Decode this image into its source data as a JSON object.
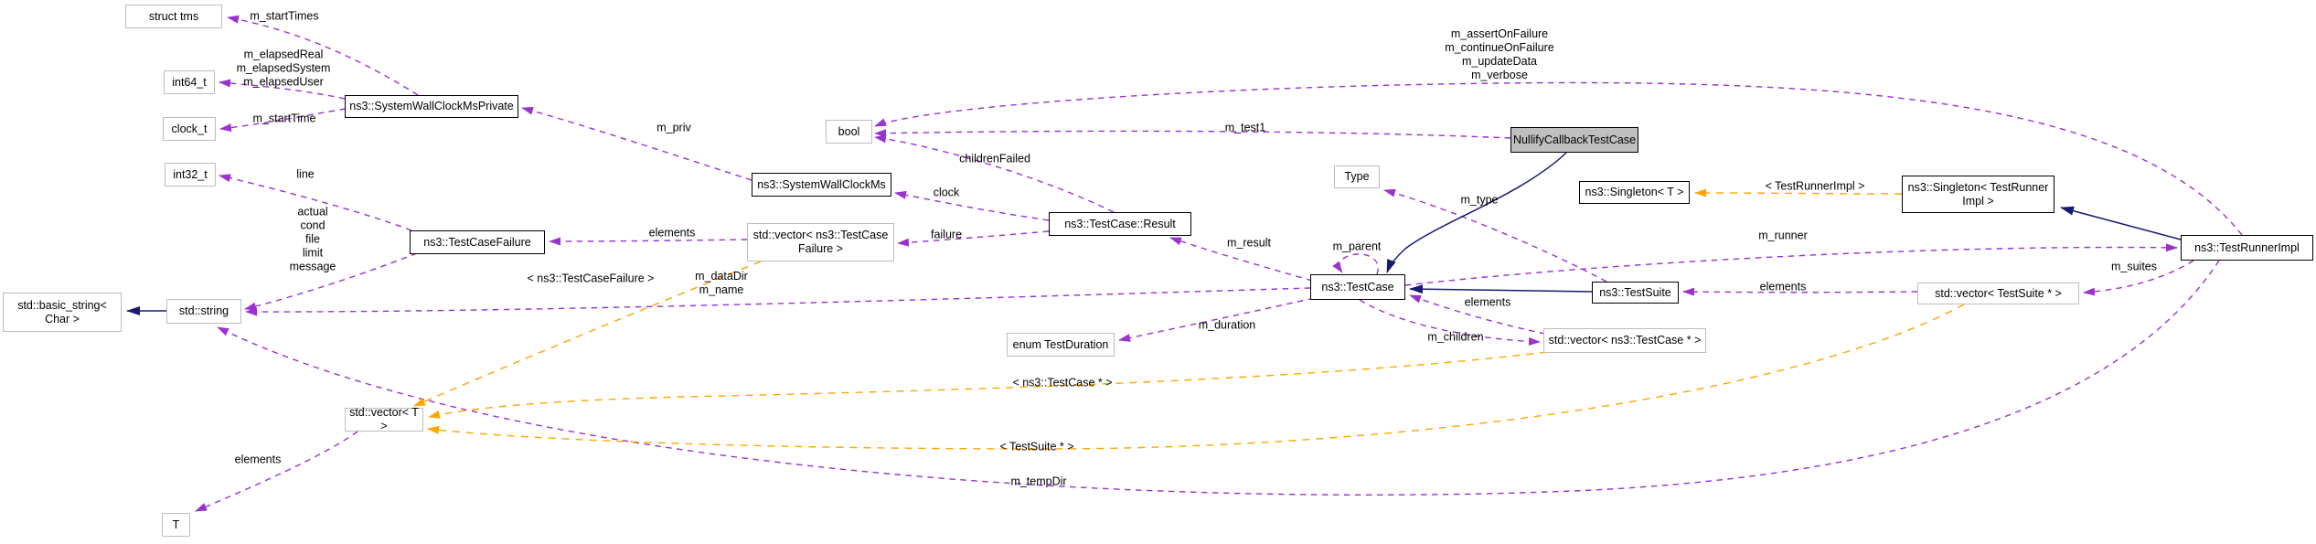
{
  "diagram": {
    "kind": "doxygen-collaboration-graph",
    "subject": "NullifyCallbackTestCase"
  },
  "colors": {
    "member_edge": "#9a32cd",
    "inheritance_edge": "#191970",
    "template_edge": "#ffa500",
    "subject_fill": "#bfbfbf",
    "documented_border": "#000000",
    "external_border": "#bdbdbd",
    "background": "#ffffff"
  },
  "nodes": {
    "struct_tms": {
      "label": "struct tms"
    },
    "int64_t": {
      "label": "int64_t"
    },
    "clock_t": {
      "label": "clock_t"
    },
    "int32_t": {
      "label": "int32_t"
    },
    "system_wall_clock_ms_private": {
      "label": "ns3::SystemWallClockMsPrivate"
    },
    "test_case_failure": {
      "label": "ns3::TestCaseFailure"
    },
    "basic_string": {
      "label": "std::basic_string<\nChar >"
    },
    "string": {
      "label": "std::string"
    },
    "T": {
      "label": "T"
    },
    "vector_T": {
      "label": "std::vector< T >"
    },
    "system_wall_clock_ms": {
      "label": "ns3::SystemWallClockMs"
    },
    "bool": {
      "label": "bool"
    },
    "vector_test_case_failure": {
      "label": "std::vector< ns3::TestCase\nFailure >"
    },
    "test_case_result": {
      "label": "ns3::TestCase::Result"
    },
    "test_case": {
      "label": "ns3::TestCase"
    },
    "type": {
      "label": "Type"
    },
    "singleton_T": {
      "label": "ns3::Singleton< T >"
    },
    "nullify_callback_test_case": {
      "label": "NullifyCallbackTestCase"
    },
    "test_suite": {
      "label": "ns3::TestSuite"
    },
    "enum_test_duration": {
      "label": "enum TestDuration"
    },
    "vector_test_case_ptr": {
      "label": "std::vector< ns3::TestCase * >"
    },
    "singleton_test_runner_impl": {
      "label": "ns3::Singleton< TestRunner\nImpl >"
    },
    "test_runner_impl": {
      "label": "ns3::TestRunnerImpl"
    },
    "vector_test_suite_ptr": {
      "label": "std::vector< TestSuite * >"
    }
  },
  "edge_labels": {
    "m_startTimes": "m_startTimes",
    "elapsed_members": "m_elapsedReal\nm_elapsedSystem\nm_elapsedUser",
    "m_startTime": "m_startTime",
    "m_priv": "m_priv",
    "line": "line",
    "failure_members": "actual\ncond\nfile\nlimit\nmessage",
    "elements_failure_vec": "elements",
    "clock": "clock",
    "failure": "failure",
    "childrenFailed": "childrenFailed",
    "m_test1": "m_test1",
    "runner_bool_members": "m_assertOnFailure\nm_continueOnFailure\nm_updateData\nm_verbose",
    "m_result": "m_result",
    "m_parent": "m_parent",
    "m_type": "m_type",
    "m_runner": "m_runner",
    "template_test_runner_impl": "< TestRunnerImpl >",
    "elements_suite_vec": "elements",
    "m_suites": "m_suites",
    "data_dir_name": "m_dataDir\nm_name",
    "template_test_case_failure": "< ns3::TestCaseFailure >",
    "m_duration": "m_duration",
    "m_children": "m_children",
    "elements_case_vec": "elements",
    "template_test_case_ptr": "< ns3::TestCase * >",
    "template_test_suite_ptr": "< TestSuite * >",
    "m_tempDir": "m_tempDir",
    "elements_T": "elements"
  }
}
